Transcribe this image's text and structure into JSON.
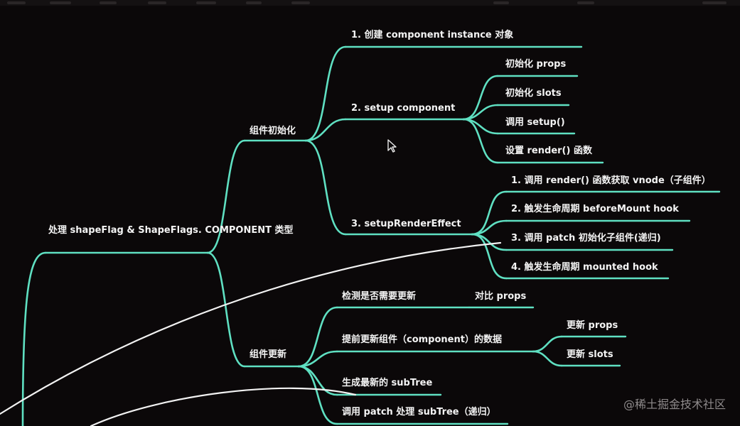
{
  "mindmap": {
    "root": {
      "line1": "处理 shapeFlag & ShapeFlags.",
      "line2": "COMPONENT 类型"
    },
    "init": {
      "label": "组件初始化",
      "create": "1. 创建 component instance 对象",
      "setup": {
        "label": "2. setup component",
        "children": [
          "初始化 props",
          "初始化 slots",
          "调用 setup()",
          "设置 render() 函数"
        ]
      },
      "render_effect": {
        "label": "3. setupRenderEffect",
        "children": [
          "1. 调用 render() 函数获取 vnode（子组件）",
          "2. 触发生命周期 beforeMount hook",
          "3. 调用 patch 初始化子组件(递归)",
          "4. 触发生命周期 mounted hook"
        ]
      }
    },
    "update": {
      "label": "组件更新",
      "check": {
        "label": "检测是否需要更新",
        "child": "对比 props"
      },
      "pre_update": {
        "label": "提前更新组件（component）的数据",
        "children": [
          "更新 props",
          "更新 slots"
        ]
      },
      "subtree": "生成最新的 subTree",
      "patch": "调用 patch 处理 subTree（递归）"
    }
  },
  "watermark": "@稀土掘金技术社区",
  "colors": {
    "background": "#0b0809",
    "branch": "#5fe0c2",
    "text": "#f4f4f4",
    "annotation": "#f2f2f2",
    "watermark": "#8e8a8b"
  },
  "icons": {
    "cursor": "arrow-cursor-icon"
  }
}
